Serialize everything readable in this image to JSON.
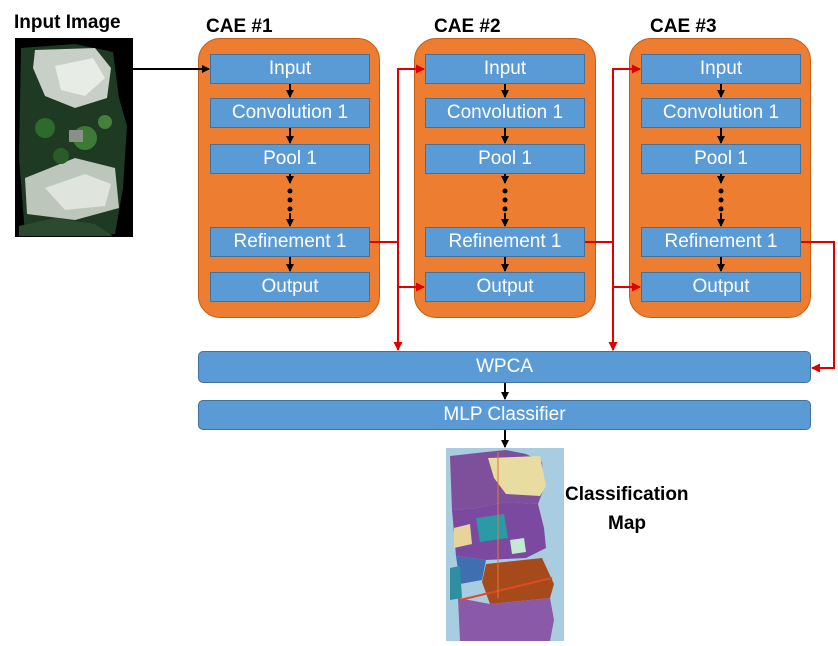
{
  "input_image_title": "Input Image",
  "caes": [
    {
      "title": "CAE #1",
      "layers": [
        "Input",
        "Convolution 1",
        "Pool 1",
        "Refinement 1",
        "Output"
      ]
    },
    {
      "title": "CAE #2",
      "layers": [
        "Input",
        "Convolution 1",
        "Pool 1",
        "Refinement 1",
        "Output"
      ]
    },
    {
      "title": "CAE #3",
      "layers": [
        "Input",
        "Convolution 1",
        "Pool 1",
        "Refinement 1",
        "Output"
      ]
    }
  ],
  "wpca_label": "WPCA",
  "mlp_label": "MLP Classifier",
  "classification_map_label_line1": "Classification",
  "classification_map_label_line2": "Map",
  "colors": {
    "cae_fill": "#ED7D31",
    "box_fill": "#5B9BD5",
    "arrow_black": "#000000",
    "arrow_red": "#E00000"
  }
}
